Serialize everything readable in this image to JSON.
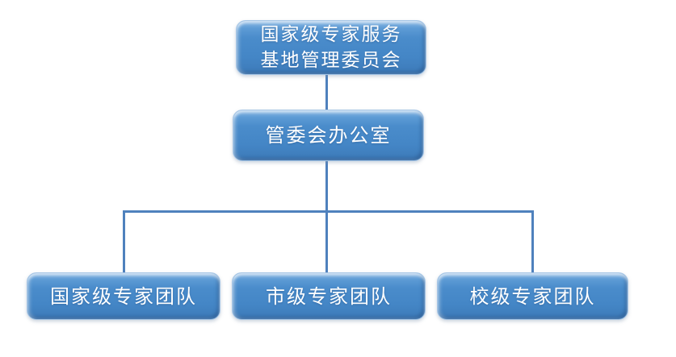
{
  "diagram": {
    "type": "org-chart",
    "nodes": {
      "committee": {
        "line1": "国家级专家服务",
        "line2": "基地管理委员会"
      },
      "office": {
        "label": "管委会办公室"
      },
      "team_national": {
        "label": "国家级专家团队"
      },
      "team_city": {
        "label": "市级专家团队"
      },
      "team_school": {
        "label": "校级专家团队"
      }
    },
    "edges": [
      {
        "from": "committee",
        "to": "office"
      },
      {
        "from": "office",
        "to": "team_national"
      },
      {
        "from": "office",
        "to": "team_city"
      },
      {
        "from": "office",
        "to": "team_school"
      }
    ],
    "colors": {
      "node_fill": "#4a8ccb",
      "node_fill_light": "#8ab8e4",
      "node_fill_dark": "#3d7ab8",
      "node_border": "#a6c6e6",
      "connector": "#4f81bd",
      "text": "#ffffff",
      "background": "#ffffff"
    }
  }
}
